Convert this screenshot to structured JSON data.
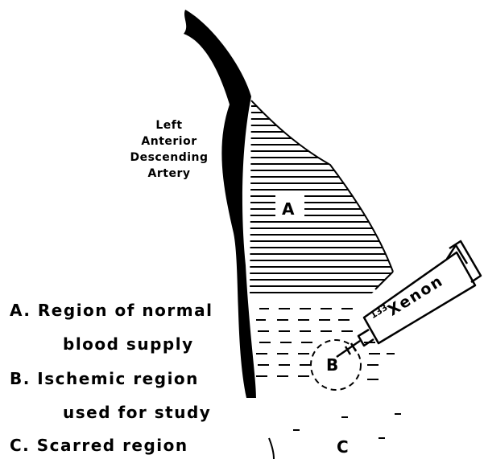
{
  "artery_label": {
    "line1": "Left",
    "line2": "Anterior",
    "line3": "Descending",
    "line4": "Artery"
  },
  "region_markers": {
    "a": "A",
    "b": "B",
    "c": "C"
  },
  "syringe": {
    "isotope_mass": "133",
    "isotope_name": "Xenon"
  },
  "legend": {
    "a_line1": "A. Region of normal",
    "a_line2": "blood supply",
    "b_line1": "B. Ischemic region",
    "b_line2": "used for study",
    "c_line1": "C. Scarred region"
  }
}
